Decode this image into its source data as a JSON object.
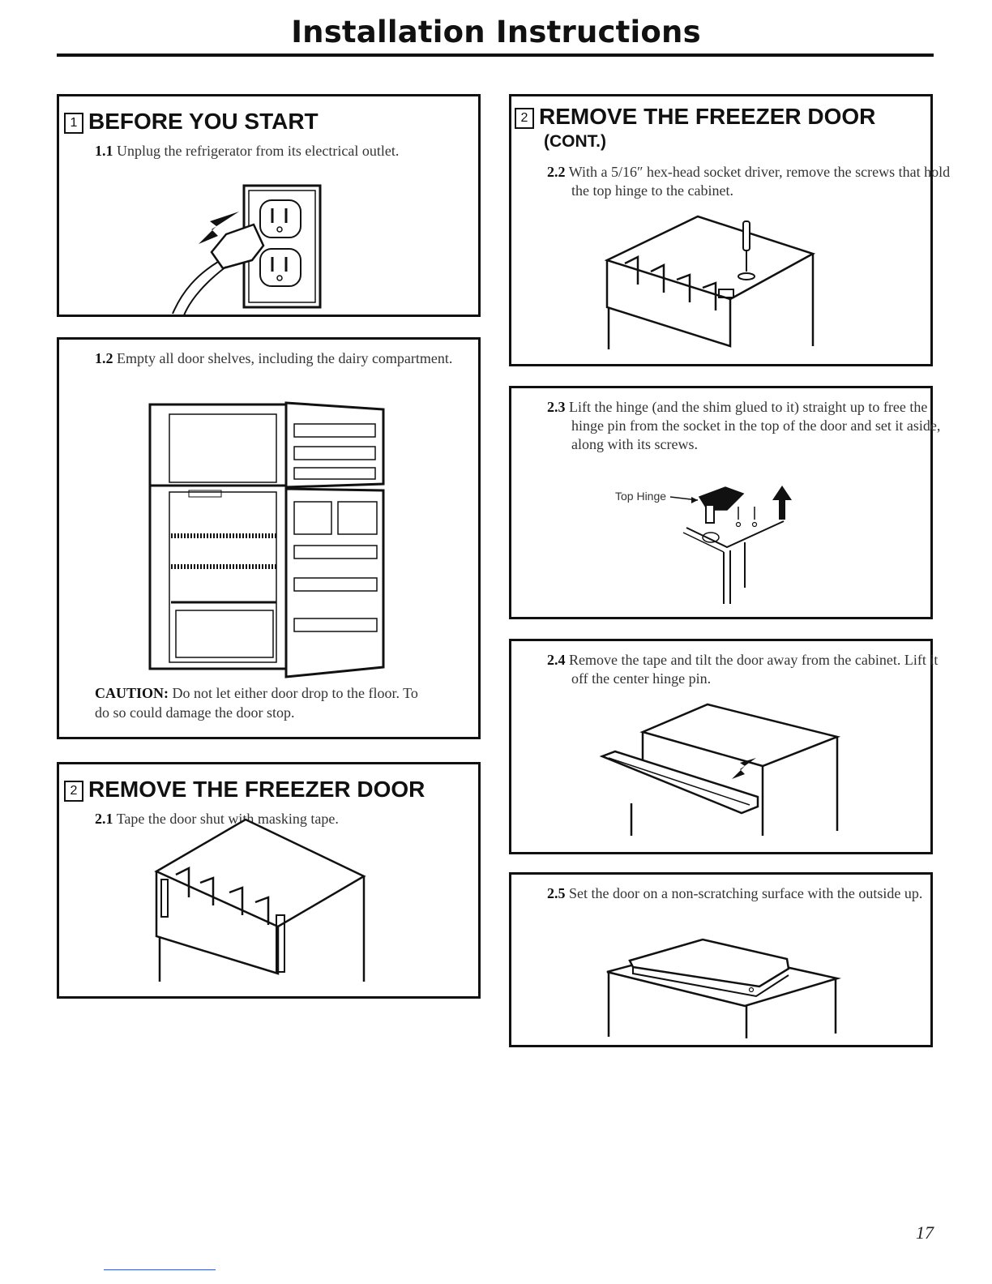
{
  "page": {
    "title": "Installation Instructions",
    "page_number": "17"
  },
  "sections": {
    "before_start": {
      "number": "1",
      "heading": "BEFORE YOU START"
    },
    "remove_door": {
      "number": "2",
      "heading": "REMOVE THE FREEZER DOOR"
    },
    "remove_door_cont": {
      "number": "2",
      "heading": "REMOVE THE FREEZER DOOR",
      "sub": "(CONT.)"
    }
  },
  "steps": {
    "s1_1": {
      "num": "1.1",
      "text": "Unplug the refrigerator from its electrical outlet."
    },
    "s1_2": {
      "num": "1.2",
      "text": "Empty all door shelves, including the dairy compartment."
    },
    "caution": {
      "label": "CAUTION:",
      "text": "Do not let either door drop to the floor. To do so could damage the door stop."
    },
    "s2_1": {
      "num": "2.1",
      "text": "Tape the door shut with masking tape."
    },
    "s2_2": {
      "num": "2.2",
      "text": "With a 5/16″ hex-head socket driver, remove the screws that hold the top hinge to the cabinet."
    },
    "s2_3": {
      "num": "2.3",
      "text": "Lift the hinge (and the shim glued to it) straight up to free the hinge pin from the socket in the top of the door and set it aside, along with its screws."
    },
    "s2_4": {
      "num": "2.4",
      "text": "Remove the tape and tilt the door away from the cabinet. Lift it off the center hinge pin."
    },
    "s2_5": {
      "num": "2.5",
      "text": "Set the door on a non-scratching surface with the outside up."
    }
  },
  "illustrations": {
    "top_hinge_label": "Top Hinge",
    "icons": [
      "outlet-plug-illustration",
      "refrigerator-open-illustration",
      "taped-door-illustration",
      "hinge-screw-illustration",
      "top-hinge-illustration",
      "door-tilt-illustration",
      "door-flat-illustration"
    ]
  }
}
